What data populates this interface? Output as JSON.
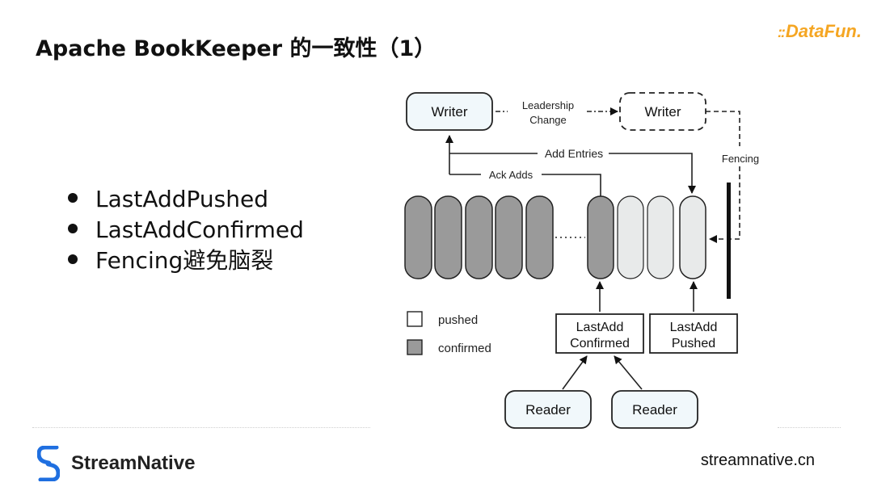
{
  "header": {
    "title": "Apache BookKeeper 的一致性（1）",
    "logo_text": "DataFun."
  },
  "bullets": [
    "LastAddPushed",
    "LastAddConfirmed",
    "Fencing避免脑裂"
  ],
  "diagram": {
    "writer_active": "Writer",
    "writer_new": "Writer",
    "leadership_change_line1": "Leadership",
    "leadership_change_line2": "Change",
    "add_entries": "Add Entries",
    "ack_adds": "Ack Adds",
    "fencing": "Fencing",
    "legend_pushed": "pushed",
    "legend_confirmed": "confirmed",
    "lac_line1": "LastAdd",
    "lac_line2": "Confirmed",
    "lap_line1": "LastAdd",
    "lap_line2": "Pushed",
    "reader_1": "Reader",
    "reader_2": "Reader"
  },
  "footer": {
    "brand": "StreamNative",
    "website": "streamnative.cn"
  },
  "colors": {
    "accent_logo": "#f5a623",
    "brand_blue": "#1f6fe0",
    "confirmed_fill": "#9a9a9a",
    "pushed_fill": "#e8eaea",
    "node_fill": "#f1f8fb"
  }
}
